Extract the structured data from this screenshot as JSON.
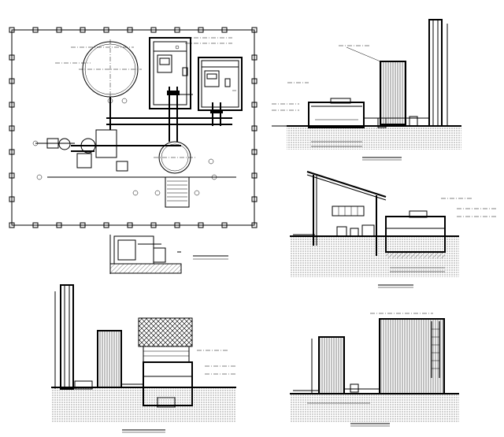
{
  "drawing": {
    "background": "#ffffff",
    "line_color": "#000000",
    "views": [
      {
        "id": "plan",
        "label": ""
      },
      {
        "id": "section-a",
        "label": ""
      },
      {
        "id": "section-b",
        "label": ""
      },
      {
        "id": "section-c",
        "label": ""
      },
      {
        "id": "section-d",
        "label": ""
      },
      {
        "id": "detail",
        "label": ""
      }
    ]
  }
}
